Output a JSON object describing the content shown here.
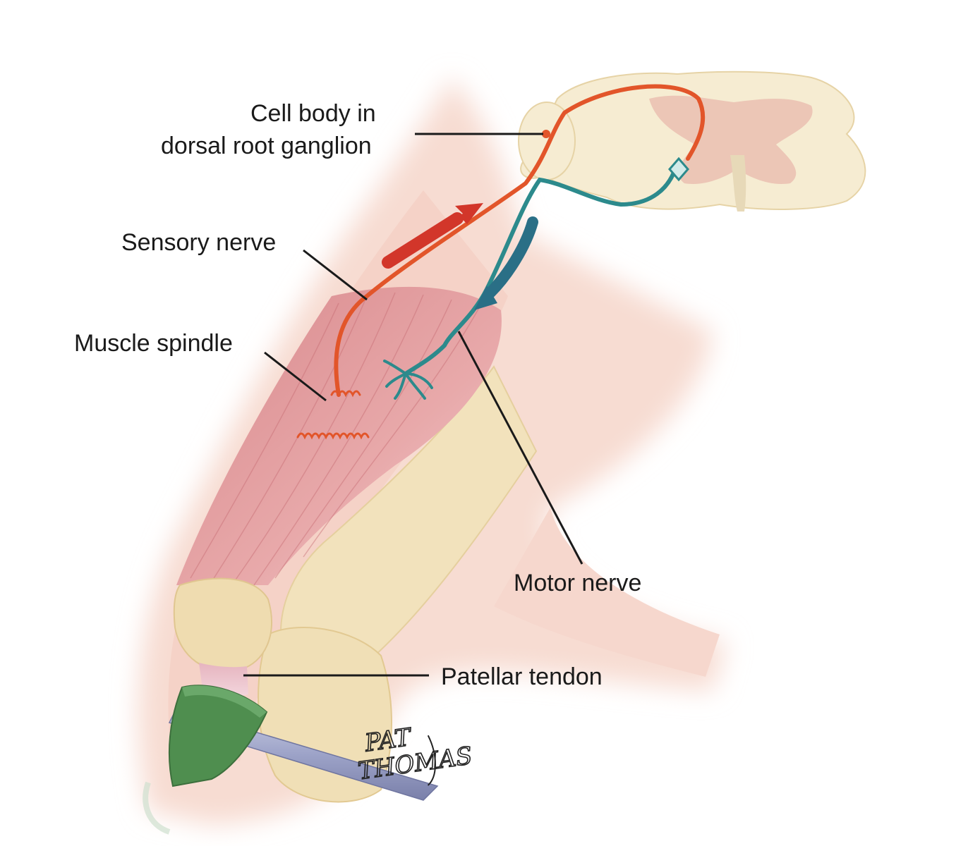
{
  "labels": {
    "cell_body_line1": "Cell body in",
    "cell_body_line2": "dorsal root ganglion",
    "sensory_nerve": "Sensory nerve",
    "muscle_spindle": "Muscle spindle",
    "motor_nerve": "Motor nerve",
    "patellar_tendon": "Patellar tendon"
  },
  "signature": {
    "line1": "PAT",
    "line2": "THOMAS"
  },
  "colors": {
    "skin": "#f7dcd2",
    "skin_edge": "#f0c2b4",
    "bone": "#f2e2bc",
    "muscle": "#d98a8e",
    "sensory_nerve": "#e2552a",
    "motor_nerve": "#2c8a8c",
    "sensory_arrow": "#d2362a",
    "motor_arrow": "#2a6f86",
    "spinal_cord": "#f6ecd2",
    "gray_matter": "#ecc6b6",
    "hammer_head": "#4f8e4f",
    "hammer_handle": "#a9aed0"
  },
  "icons": {
    "hammer": "reflex-hammer-icon",
    "sensory_arrow": "arrow-up-right-icon",
    "motor_arrow": "arrow-down-left-icon"
  }
}
